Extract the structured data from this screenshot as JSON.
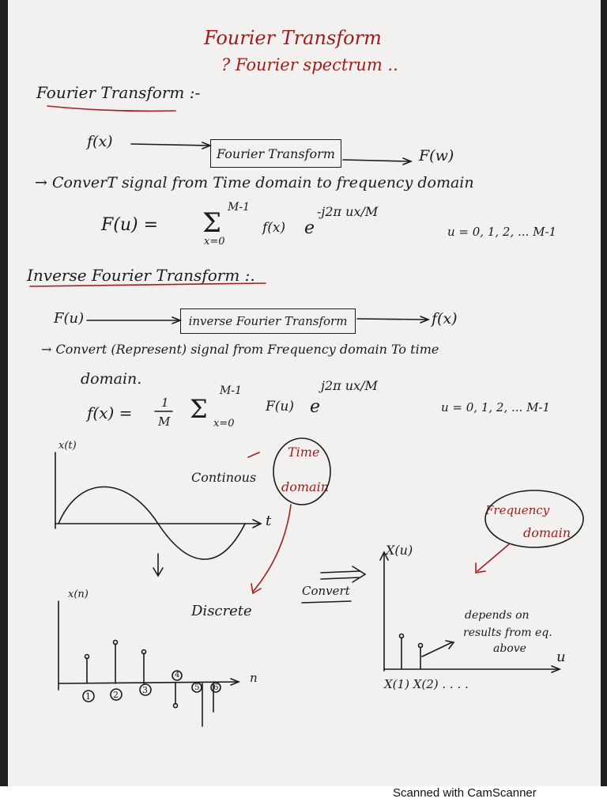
{
  "title_line1": "Fourier Transform",
  "title_line2": "? Fourier spectrum ..",
  "ft": {
    "heading": "Fourier Transform :-",
    "input": "f(x)",
    "box": "Fourier Transform",
    "output": "F(w)",
    "note": "→ ConverT signal from Time domain to frequency domain",
    "formula_lhs": "F(u) =",
    "sum_upper": "M-1",
    "sum_lower": "x=0",
    "sum_body": "f(x)",
    "exp_base": "e",
    "exp_power": "-j2π ux/M",
    "range": "u = 0, 1, 2, ... M-1"
  },
  "ift": {
    "heading": "Inverse Fourier Transform :.",
    "input": "F(u)",
    "box": "inverse Fourier Transform",
    "output": "f(x)",
    "note_line1": "→ Convert (Represent) signal from Frequency domain To time",
    "note_line2": "domain.",
    "formula_lhs": "f(x) =",
    "frac_num": "1",
    "frac_den": "M",
    "sum_upper": "M-1",
    "sum_lower": "x=0",
    "sum_body": "F(u)",
    "exp_base": "e",
    "exp_power": "j2π ux/M",
    "range": "u = 0, 1, 2, ... M-1"
  },
  "sketch": {
    "xt_label": "x(t)",
    "t_label": "t",
    "continuous": "Continous",
    "time_domain_1": "Time",
    "time_domain_2": "domain",
    "discrete": "Discrete",
    "xn_label": "x(n)",
    "n_label": "n",
    "sample_labels": [
      "1",
      "2",
      "3",
      "4",
      "5",
      "6"
    ],
    "convert": "Convert",
    "freq_domain_1": "Frequency",
    "freq_domain_2": "domain",
    "xu_label": "X(u)",
    "u_label": "u",
    "depends_1": "depends on",
    "depends_2": "results from eq.",
    "depends_3": "above",
    "x_ticks": "X(1)  X(2) . . . ."
  },
  "footer": "Scanned with CamScanner"
}
